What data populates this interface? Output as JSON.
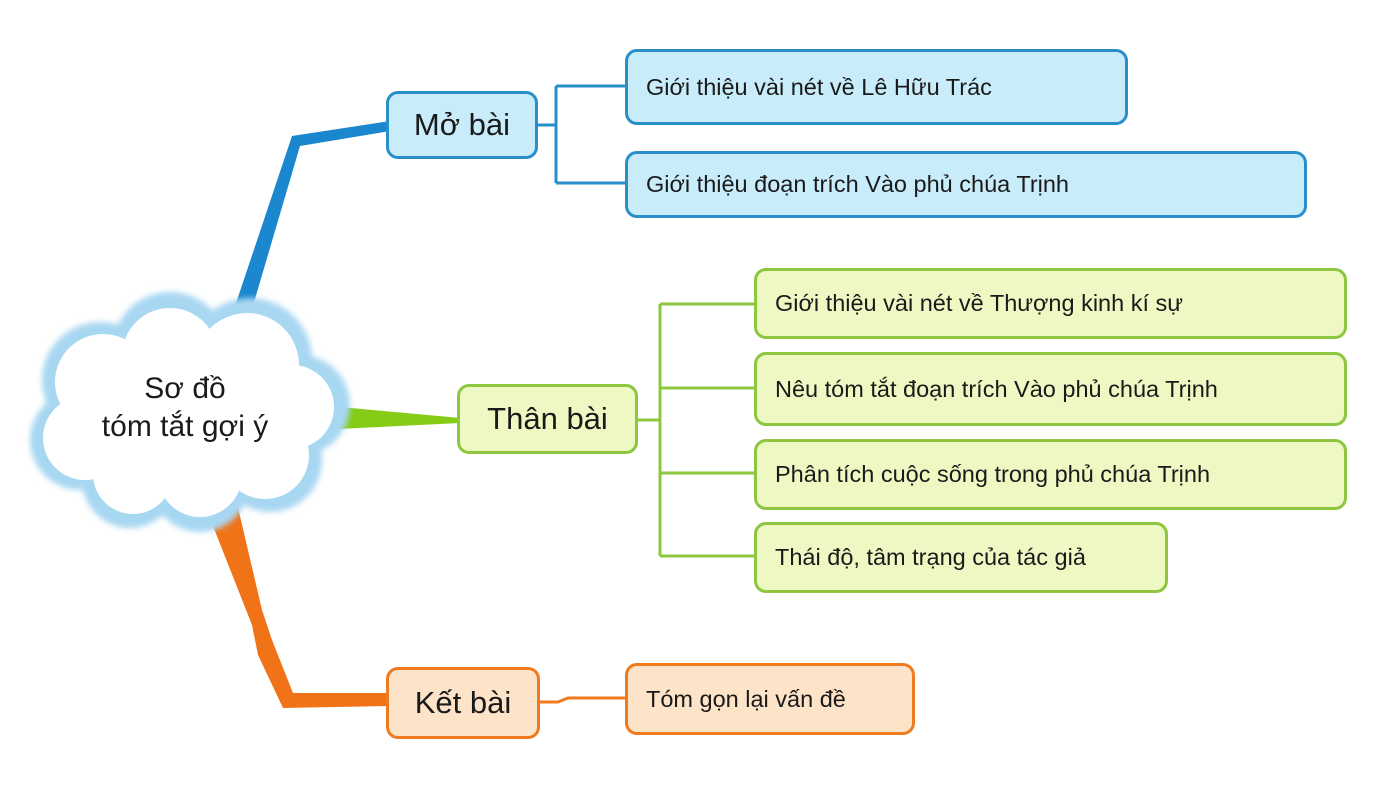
{
  "root": {
    "line1": "Sơ đồ",
    "line2": "tóm tắt gợi ý"
  },
  "branches": [
    {
      "label": "Mở bài",
      "color": "#2a8fc8",
      "children": [
        "Giới thiệu vài nét về Lê Hữu Trác",
        "Giới thiệu đoạn trích Vào phủ chúa Trịnh"
      ]
    },
    {
      "label": "Thân bài",
      "color": "#8dc63f",
      "children": [
        "Giới thiệu vài nét về Thượng kinh kí sự",
        "Nêu tóm tắt đoạn trích Vào phủ chúa Trịnh",
        "Phân tích cuộc sống trong phủ chúa Trịnh",
        "Thái độ, tâm trạng của tác giả"
      ]
    },
    {
      "label": "Kết bài",
      "color": "#f07a1f",
      "children": [
        "Tóm gọn lại vấn đề"
      ]
    }
  ]
}
